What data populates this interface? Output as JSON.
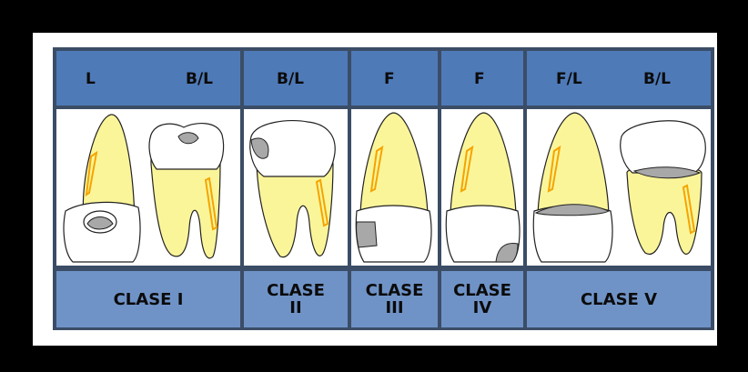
{
  "columns": [
    {
      "id": "c1",
      "headers": [
        "L",
        "B/L"
      ],
      "footer": "CLASE I"
    },
    {
      "id": "c2",
      "headers": [
        "B/L"
      ],
      "footer": "CLASE\nII"
    },
    {
      "id": "c3",
      "headers": [
        "F"
      ],
      "footer": "CLASE\nIII"
    },
    {
      "id": "c4",
      "headers": [
        "F"
      ],
      "footer": "CLASE\nIV"
    },
    {
      "id": "c5",
      "headers": [
        "F/L",
        "B/L"
      ],
      "footer": "CLASE V"
    }
  ],
  "colors": {
    "root": "#fbf59a",
    "cavity": "#a8a8a8",
    "canal": "#f5a400",
    "header": "#4f7ab8",
    "footer": "#6f93c7"
  },
  "icons": [
    "incisor-tooth-icon",
    "molar-tooth-icon",
    "premolar-tooth-icon"
  ]
}
